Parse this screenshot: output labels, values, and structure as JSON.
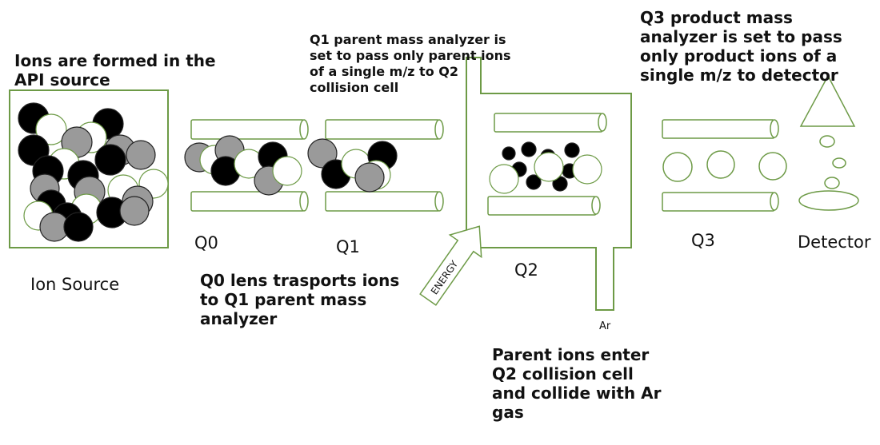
{
  "colors": {
    "outline": "#6d9a46",
    "ion_black": "#000000",
    "ion_grey": "#9a9a9a",
    "ion_white": "#ffffff",
    "text": "#111111"
  },
  "labels": {
    "api_source_note": "Ions are formed in the\nAPI source",
    "q1_note": "Q1 parent mass analyzer is\nset to pass only parent ions\nof a single m/z to Q2\ncollision cell",
    "q3_note": "Q3 product mass\nanalyzer is set to pass\nonly product ions of a\nsingle m/z to detector",
    "q0_label": "Q0",
    "q1_label": "Q1",
    "q2_label": "Q2",
    "q3_label": "Q3",
    "detector_label": "Detector",
    "ion_source_label": "Ion Source",
    "q0_note": "Q0 lens trasports ions\nto Q1 parent mass\nanalyzer",
    "energy_label": "ENERGY",
    "ar_label": "Ar",
    "q2_note": "Parent ions enter\nQ2 collision cell\nand collide with Ar\ngas"
  },
  "icons": {
    "ion_source": "ion-cluster-icon",
    "rods": "quadrupole-rod-icon",
    "energy": "energy-arrow-icon",
    "detector": "detector-cone-icon"
  }
}
